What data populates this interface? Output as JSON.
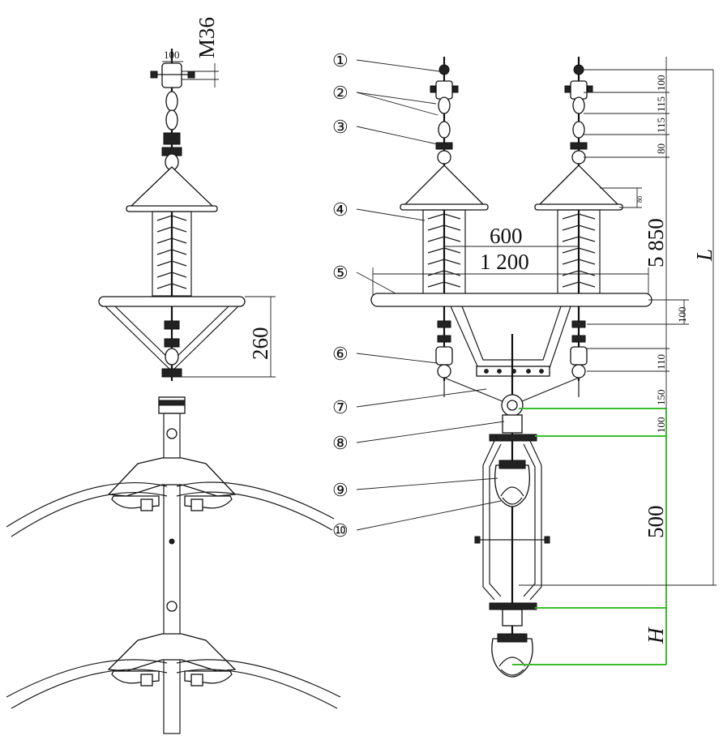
{
  "left_view": {
    "thread_label": "M36",
    "top_dim": "100",
    "dim_260": "260"
  },
  "callouts": [
    "①",
    "②",
    "③",
    "④",
    "⑤",
    "⑥",
    "⑦",
    "⑧",
    "⑨",
    "⑩"
  ],
  "dims": {
    "d600": "600",
    "d1200": "1 200",
    "d5850": "5 850",
    "L": "L",
    "d100_top": "100",
    "d115_a": "115",
    "d115_b": "115",
    "d80": "80",
    "d80_small": "80",
    "d100_plate": "100",
    "d110": "110",
    "d150": "150",
    "d100_lower": "100",
    "d500": "500",
    "H": "H"
  },
  "colors": {
    "dimension_lines": "#3dbb2e",
    "linework": "#111111"
  }
}
